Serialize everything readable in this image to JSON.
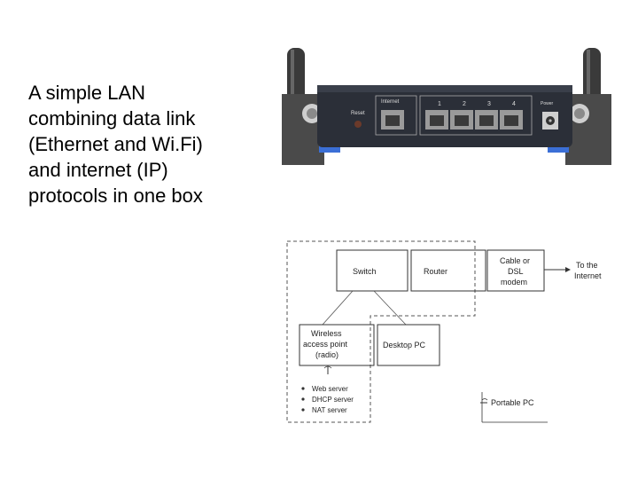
{
  "caption": {
    "lines": [
      "A simple LAN",
      "combining data link",
      "(Ethernet and Wi.Fi)",
      "and internet (IP)",
      "protocols in one box"
    ]
  },
  "router_photo": {
    "reset_label": "Reset",
    "internet_label": "Internet",
    "port_numbers": [
      "1",
      "2",
      "3",
      "4"
    ],
    "power_label": "Power"
  },
  "diagram": {
    "switch": "Switch",
    "router": "Router",
    "modem": [
      "Cable or",
      "DSL",
      "modem"
    ],
    "internet": [
      "To the",
      "Internet"
    ],
    "wireless_ap": [
      "Wireless",
      "access point",
      "(radio)"
    ],
    "desktop": "Desktop PC",
    "services": [
      "Web server",
      "DHCP server",
      "NAT server"
    ],
    "portable": "Portable PC",
    "colors": {
      "line": "#555555",
      "box": "#333333"
    }
  }
}
